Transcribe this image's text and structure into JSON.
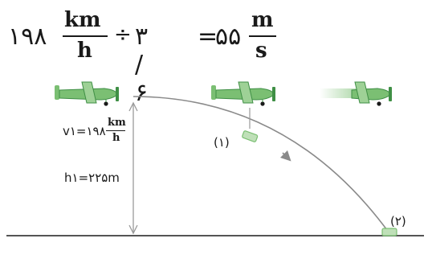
{
  "equation": {
    "lead_number": "۱۹۸",
    "unit_numerator": "km",
    "unit_denominator": "h",
    "operator_divide": "÷",
    "divisor": "۳ / ۶",
    "equals": "=",
    "result_number": "۵۵",
    "result_unit_numerator": "m",
    "result_unit_denominator": "s"
  },
  "labels": {
    "v1_label": "v۱=۱۹۸",
    "v1_unit_numerator": "km",
    "v1_unit_denominator": "h",
    "h1_label": "h۱=۲۲۵m",
    "point1": "(۱)",
    "point2": "(۲)"
  },
  "colors": {
    "plane": "#7bbf73",
    "plane_dark": "#3f8f45",
    "curve": "#8a8a8a",
    "ground": "#555555",
    "text": "#1a1a1a"
  },
  "icons": {
    "plane": "airplane-icon",
    "package": "package-icon"
  }
}
